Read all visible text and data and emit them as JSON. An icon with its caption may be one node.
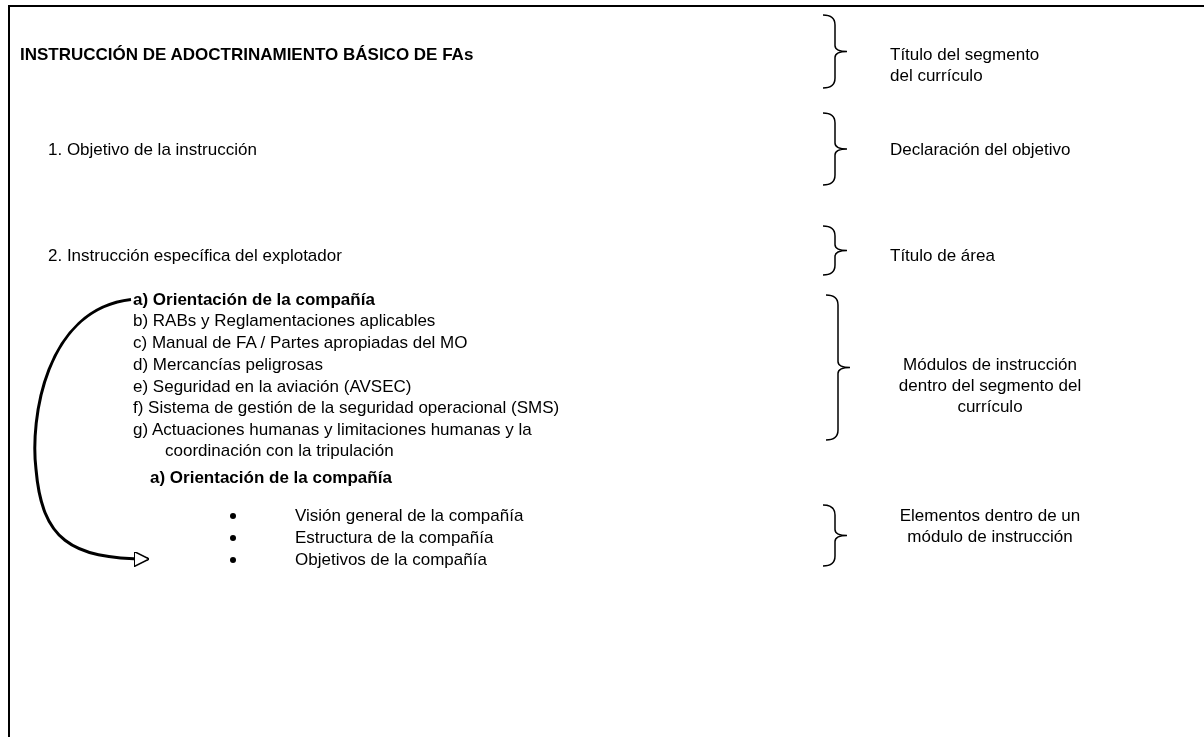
{
  "diagram": {
    "title": "INSTRUCCIÓN DE ADOCTRINAMIENTO BÁSICO DE FAs",
    "nodes": [
      {
        "text": [
          "a) Orientación de la compañía"
        ]
      },
      {
        "text": [
          "a) Orientación de la compañía",
          "Visión general de la compañía",
          "Estructura de la compañía",
          "Objetivos de la compañía"
        ]
      }
    ],
    "edges": [
      {
        "from": 0,
        "to": 1,
        "arrow": "to"
      }
    ],
    "labels": [
      "Título del segmento del currículo",
      "1. Objetivo de la instrucción",
      "Declaración del objetivo",
      "2. Instrucción específica del explotador",
      "Título de área",
      "b) RABs y Reglamentaciones aplicables",
      "c) Manual de FA / Partes apropiadas del MO",
      "d) Mercancías peligrosas",
      "e) Seguridad en la aviación (AVSEC)",
      "f) Sistema de gestión de la seguridad operacional (SMS)",
      "g) Actuaciones humanas y limitaciones humanas y la coordinación con la tripulación",
      "Módulos de instrucción dentro del segmento del currículo",
      "Elementos dentro de un módulo de instrucción"
    ]
  }
}
